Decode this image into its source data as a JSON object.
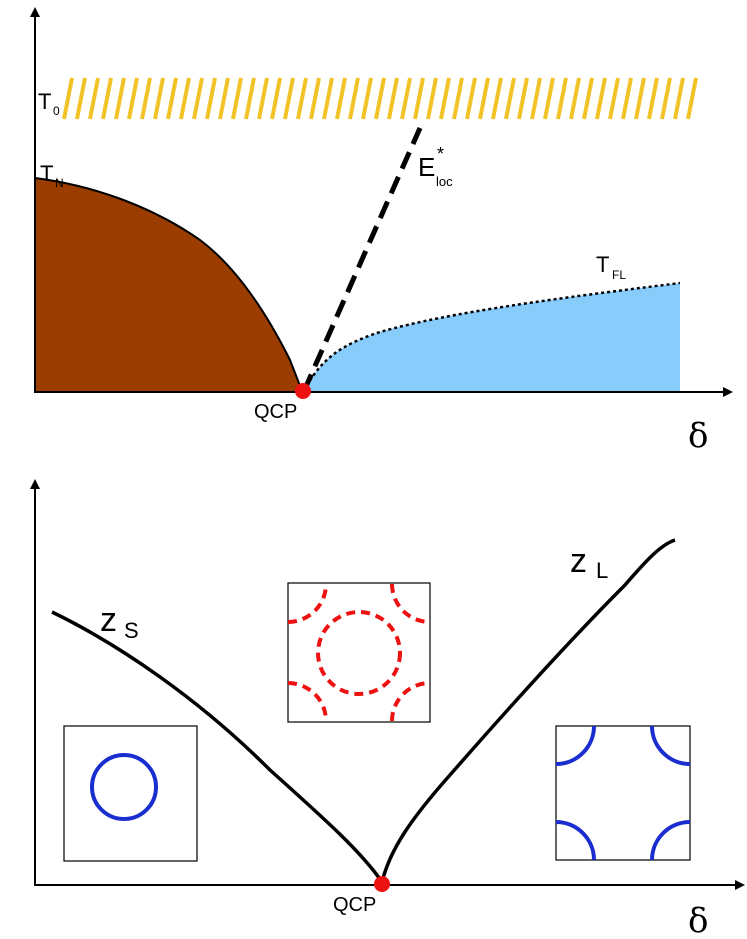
{
  "colors": {
    "magnetic_region": "#9b3d00",
    "fermi_liquid_region": "#87ccfa",
    "t0_band": "#f2c327",
    "qcp_point": "#ee1111",
    "small_fs": "#1a2ed0",
    "large_fs": "#ee1111",
    "axis": "#000000"
  },
  "top_panel": {
    "t0_label": "T",
    "t0_sub": "0",
    "tn_label": "T",
    "tn_sub": "N",
    "eloc_label": "E",
    "eloc_sup": "*",
    "eloc_sub": "loc",
    "tfl_label": "T",
    "tfl_sub": "FL",
    "qcp_label": "QCP",
    "x_axis_label": "δ"
  },
  "bottom_panel": {
    "zs_label": "z",
    "zs_sub": "S",
    "zl_label": "z",
    "zl_sub": "L",
    "qcp_label": "QCP",
    "x_axis_label": "δ",
    "insets": [
      {
        "name": "small-fermi-surface",
        "style": "solid-circle"
      },
      {
        "name": "critical-fermi-surface",
        "style": "dashed-circle-with-corners"
      },
      {
        "name": "large-fermi-surface",
        "style": "corner-arcs"
      }
    ]
  }
}
